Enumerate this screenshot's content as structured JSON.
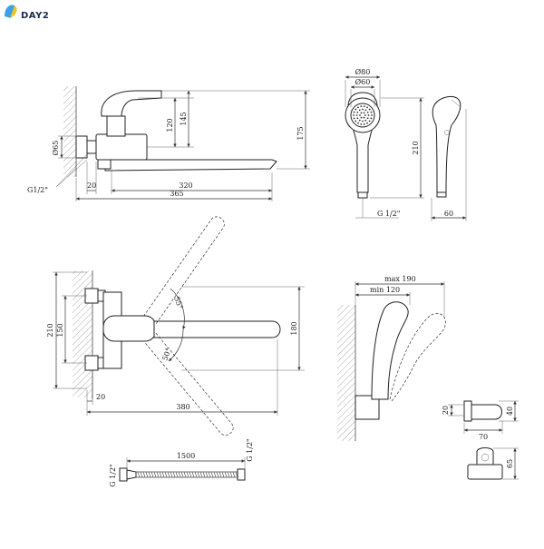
{
  "brand": {
    "name": "DAY2",
    "logo_colors": [
      "#3aa0e8",
      "#f4c21f"
    ]
  },
  "views": {
    "side": {
      "d_phi65": "Ø65",
      "d_g12": "G1/2\"",
      "d_20": "20",
      "d_320": "320",
      "d_365": "365",
      "d_120": "120",
      "d_145": "145",
      "d_175": "175"
    },
    "shower_front": {
      "d_phi80": "Ø80",
      "d_phi60": "Ø60",
      "d_210": "210",
      "d_g12": "G 1/2\""
    },
    "shower_side": {
      "d_60": "60"
    },
    "top": {
      "d_210": "210",
      "d_150": "150",
      "d_20": "20",
      "d_380": "380",
      "d_180": "180",
      "d_55": "55°",
      "d_50": "50°"
    },
    "holder": {
      "d_max190": "max 190",
      "d_min120": "min 120"
    },
    "bracket": {
      "d_20": "20",
      "d_40": "40",
      "d_70": "70",
      "d_65": "65"
    },
    "hose": {
      "d_g12_left": "G 1/2\"",
      "d_1500": "1500",
      "d_g12_right": "G 1/2\""
    }
  }
}
